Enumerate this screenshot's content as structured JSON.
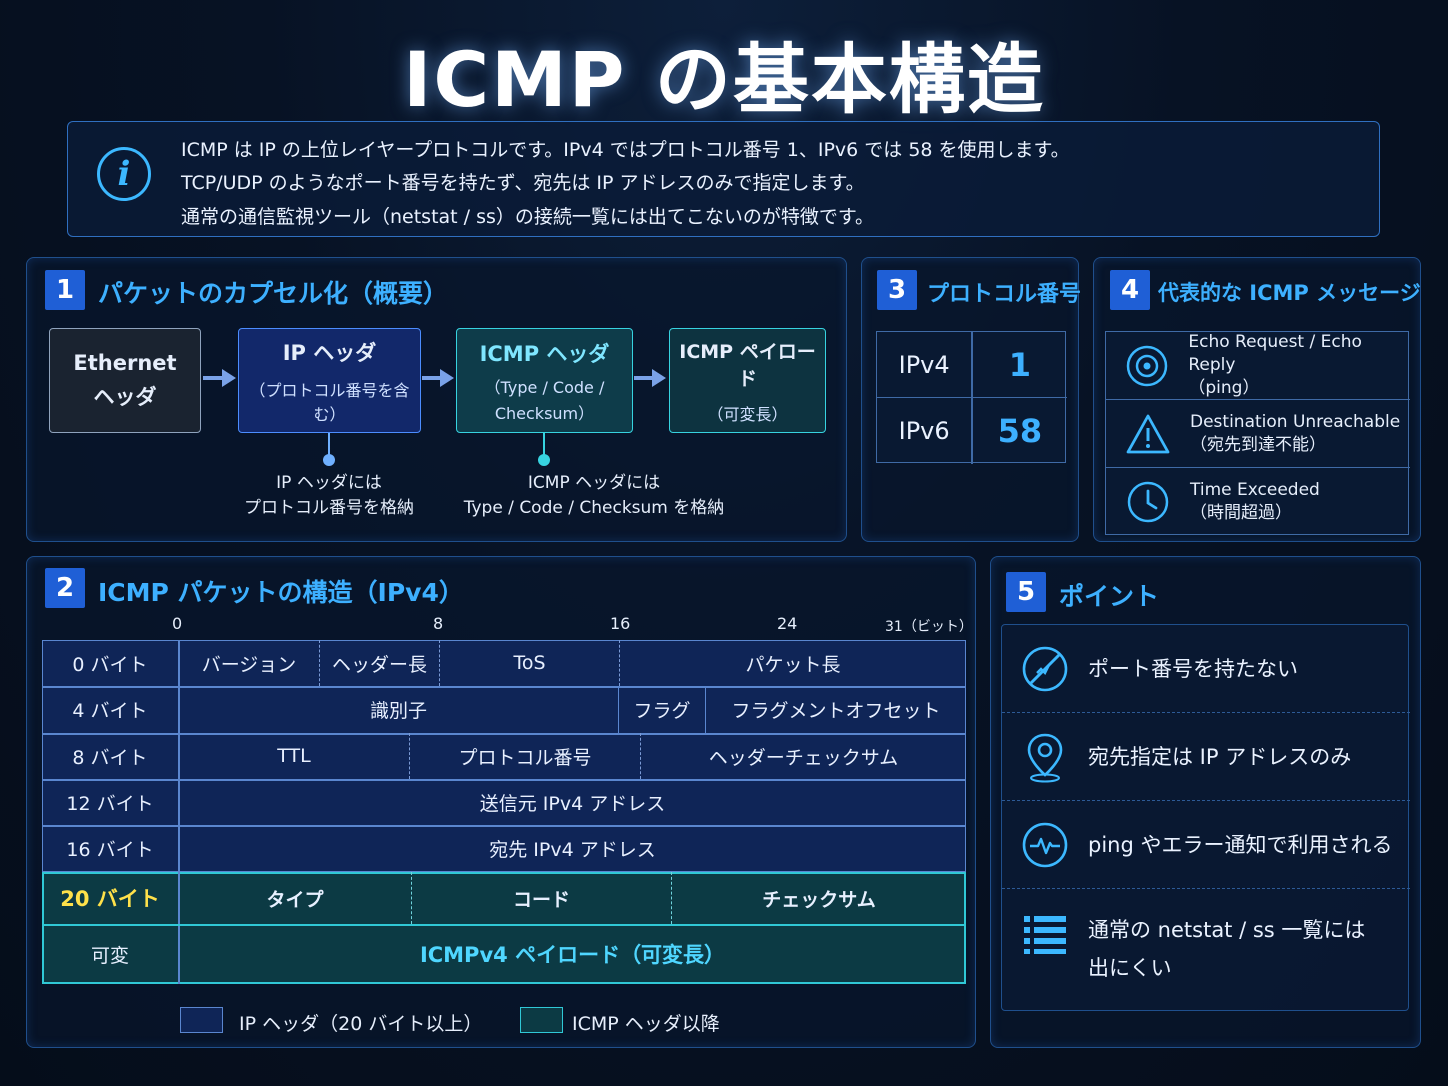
{
  "title": "ICMP の基本構造",
  "info": {
    "lines": [
      "ICMP は IP の上位レイヤープロトコルです。IPv4 ではプロトコル番号 1、IPv6 では 58 を使用します。",
      "TCP/UDP のようなポート番号を持たず、宛先は IP アドレスのみで指定します。",
      "通常の通信監視ツール（netstat / ss）の接続一覧には出てこないのが特徴です。"
    ]
  },
  "section1": {
    "num": "1",
    "title": "パケットのカプセル化（概要）",
    "boxes": [
      {
        "l1": "Ethernet",
        "l2": "ヘッダ",
        "l3": ""
      },
      {
        "l1": "IP ヘッダ",
        "l2": "（プロトコル番号を含む）",
        "l3": ""
      },
      {
        "l1": "ICMP ヘッダ",
        "l2": "（Type / Code /",
        "l3": "Checksum）"
      },
      {
        "l1": "ICMP ペイロード",
        "l2": "（可変長）",
        "l3": ""
      }
    ],
    "notes": [
      {
        "l1": "IP ヘッダには",
        "l2": "プロトコル番号を格納"
      },
      {
        "l1": "ICMP ヘッダには",
        "l2": "Type / Code / Checksum を格納"
      }
    ]
  },
  "section3": {
    "num": "3",
    "title": "プロトコル番号",
    "rows": [
      {
        "proto": "IPv4",
        "value": "1"
      },
      {
        "proto": "IPv6",
        "value": "58"
      }
    ]
  },
  "section4": {
    "num": "4",
    "title": "代表的な ICMP メッセージ",
    "messages": [
      {
        "icon": "target-icon",
        "l1": "Echo Request / Echo Reply",
        "l2": "（ping）"
      },
      {
        "icon": "warning-icon",
        "l1": "Destination Unreachable",
        "l2": "（宛先到達不能）"
      },
      {
        "icon": "clock-icon",
        "l1": "Time Exceeded",
        "l2": "（時間超過）"
      }
    ]
  },
  "section2": {
    "num": "2",
    "title": "ICMP パケットの構造（IPv4）",
    "bit_labels": [
      "0",
      "8",
      "16",
      "24",
      "31（ビット）"
    ],
    "rows": [
      {
        "offset": "0 バイト",
        "fields": [
          "バージョン",
          "ヘッダー長",
          "ToS",
          "パケット長"
        ]
      },
      {
        "offset": "4 バイト",
        "fields": [
          "識別子",
          "フラグ",
          "フラグメントオフセット"
        ]
      },
      {
        "offset": "8 バイト",
        "fields": [
          "TTL",
          "プロトコル番号",
          "ヘッダーチェックサム"
        ]
      },
      {
        "offset": "12 バイト",
        "fields": [
          "送信元 IPv4 アドレス"
        ]
      },
      {
        "offset": "16 バイト",
        "fields": [
          "宛先 IPv4 アドレス"
        ]
      },
      {
        "offset": "20 バイト",
        "fields": [
          "タイプ",
          "コード",
          "チェックサム"
        ]
      },
      {
        "offset": "可変",
        "fields": [
          "ICMPv4 ペイロード（可変長）"
        ]
      }
    ],
    "legend": [
      {
        "label": "IP ヘッダ（20 バイト以上）",
        "color": "#0f2557"
      },
      {
        "label": "ICMP ヘッダ以降",
        "color": "#0c3a44"
      }
    ]
  },
  "section5": {
    "num": "5",
    "title": "ポイント",
    "points": [
      {
        "icon": "no-port-icon",
        "l1": "ポート番号を持たない",
        "l2": ""
      },
      {
        "icon": "location-pin-icon",
        "l1": "宛先指定は IP アドレスのみ",
        "l2": ""
      },
      {
        "icon": "pulse-icon",
        "l1": "ping やエラー通知で利用される",
        "l2": ""
      },
      {
        "icon": "list-icon",
        "l1": "通常の netstat / ss 一覧には",
        "l2": "出にくい"
      }
    ]
  },
  "colors": {
    "accent": "#3db0ff",
    "section_badge": "#1f5fd6",
    "ip_header": "#0f2557",
    "icmp_header": "#0c3a44",
    "highlight": "#ffe14a"
  }
}
